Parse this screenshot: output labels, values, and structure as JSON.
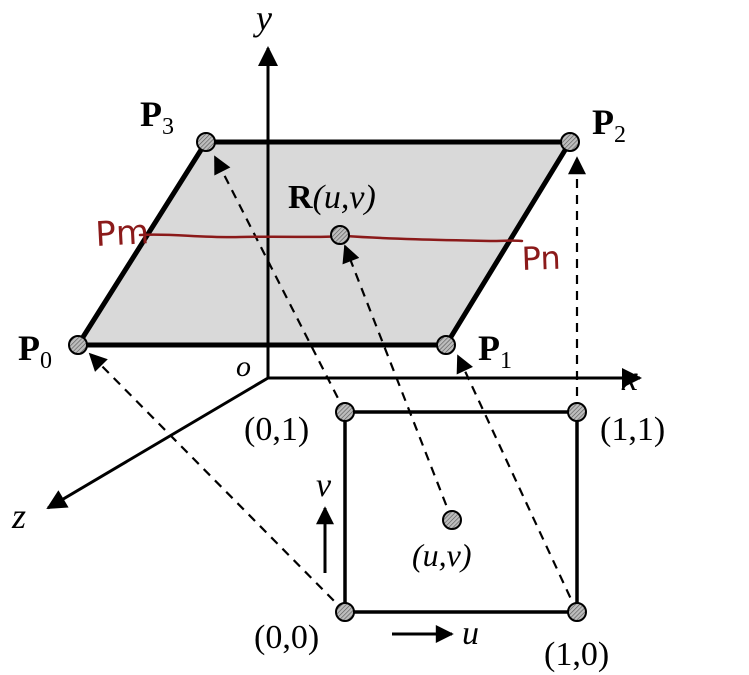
{
  "axes": {
    "x": "x",
    "y": "y",
    "z": "z",
    "origin": "o"
  },
  "corners": {
    "p0": {
      "base": "P",
      "sub": "0"
    },
    "p1": {
      "base": "P",
      "sub": "1"
    },
    "p2": {
      "base": "P",
      "sub": "2"
    },
    "p3": {
      "base": "P",
      "sub": "3"
    }
  },
  "surface_point": {
    "bold": "R",
    "rest": "(u,v)"
  },
  "handwritten": {
    "pm": "Pm",
    "pn": "Pn"
  },
  "param_domain": {
    "c00": "(0,0)",
    "c10": "(1,0)",
    "c01": "(0,1)",
    "c11": "(1,1)",
    "uv": "(u,v)",
    "u_arrow": "u",
    "v_arrow": "v"
  },
  "colors": {
    "plane_fill": "#d9d9d9",
    "handwritten_line": "#8b1a1a",
    "point_fill": "#aaaaaa"
  }
}
